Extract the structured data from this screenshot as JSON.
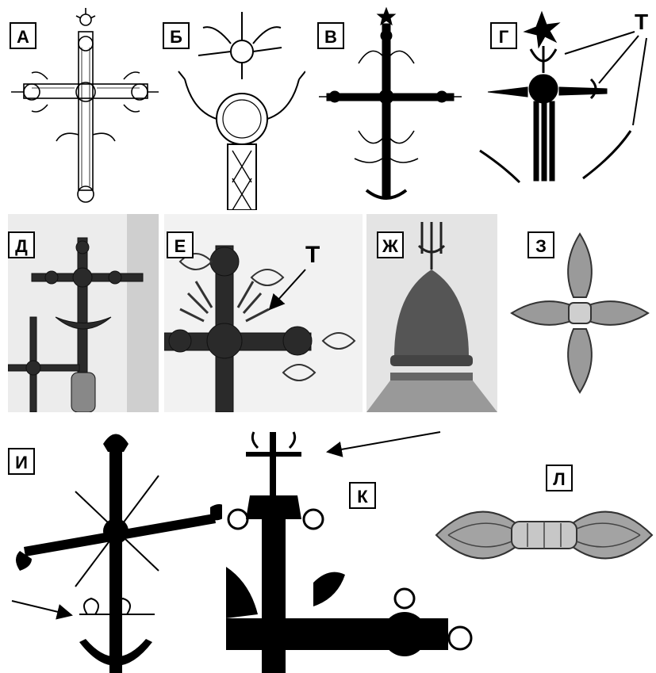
{
  "labels": {
    "A": "А",
    "B": "Б",
    "V": "В",
    "G": "Г",
    "D": "Д",
    "E": "Е",
    "Zh": "Ж",
    "Z": "З",
    "I": "И",
    "K": "К",
    "L": "Л"
  },
  "annotations": {
    "t_top": "Т",
    "t_mid": "Т"
  },
  "colors": {
    "ink": "#000000",
    "paper": "#ffffff",
    "photo_bg": "#d8d8d8",
    "metal": "#8a8a8a"
  }
}
